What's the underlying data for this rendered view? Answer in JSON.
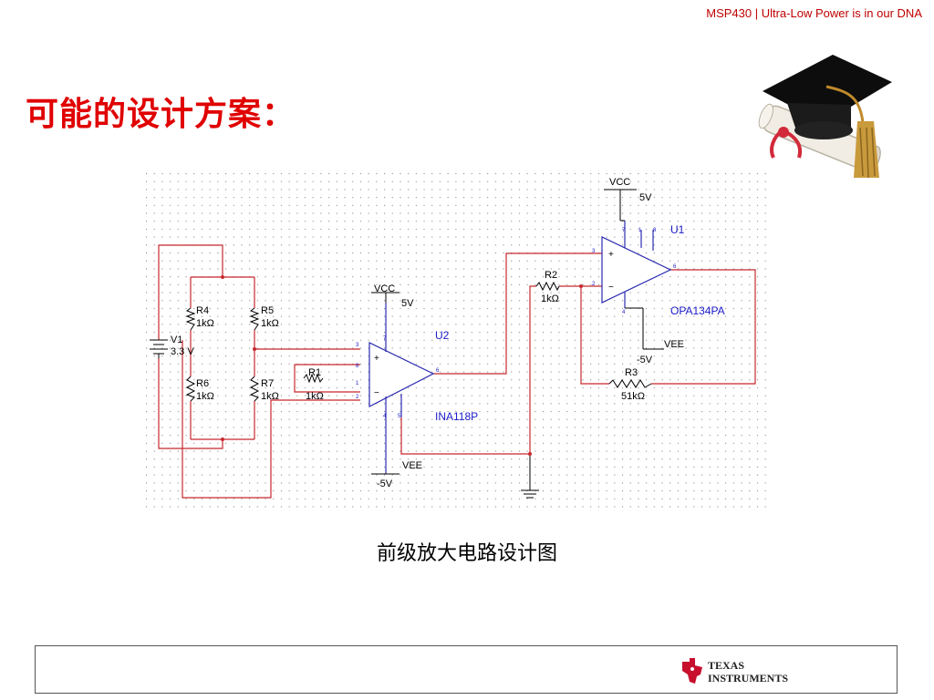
{
  "header": {
    "tagline": "MSP430 | Ultra-Low Power is in our DNA",
    "title": "可能的设计方案："
  },
  "schematic": {
    "caption": "前级放大电路设计图",
    "labels": {
      "vcc_top": "VCC",
      "vcc_top_v": "5V",
      "u1": "U1",
      "u1_part": "OPA134PA",
      "vee_right": "VEE",
      "vee_right_v": "-5V",
      "r2": "R2",
      "r2_val": "1kΩ",
      "r3": "R3",
      "r3_val": "51kΩ",
      "vcc_mid": "VCC",
      "vcc_mid_v": "5V",
      "u2": "U2",
      "u2_part": "INA118P",
      "vee_mid": "VEE",
      "vee_mid_v": "-5V",
      "r1": "R1",
      "r1_val": "1kΩ",
      "r4": "R4",
      "r4_val": "1kΩ",
      "r5": "R5",
      "r5_val": "1kΩ",
      "r6": "R6",
      "r6_val": "1kΩ",
      "r7": "R7",
      "r7_val": "1kΩ",
      "v1": "V1",
      "v1_val": "3.3 V"
    },
    "colors": {
      "wire": "#c8282d",
      "component": "#2a2ab0",
      "grid": "#9a9a9a"
    }
  },
  "footer": {
    "logo_line1": "TEXAS",
    "logo_line2": "INSTRUMENTS"
  }
}
